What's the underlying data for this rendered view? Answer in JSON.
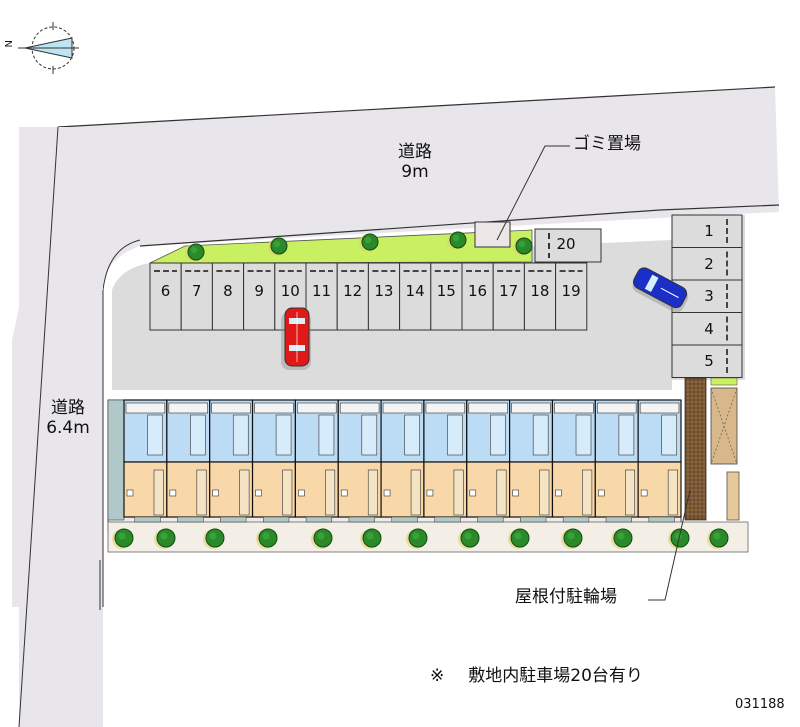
{
  "compass": {
    "north_label": "N",
    "icon": "compass-north-arrow-icon"
  },
  "roads": {
    "top": {
      "label": "道路",
      "width": "9m"
    },
    "left": {
      "label": "道路",
      "width": "6.4m"
    }
  },
  "facilities": {
    "garbage": "ゴミ置場",
    "bicycle_parking": "屋根付駐輪場"
  },
  "parking": {
    "top_row": [
      "6",
      "7",
      "8",
      "9",
      "10",
      "11",
      "12",
      "13",
      "14",
      "15",
      "16",
      "17",
      "18",
      "19"
    ],
    "extra": "20",
    "right_column": [
      "1",
      "2",
      "3",
      "4",
      "5"
    ]
  },
  "vehicles": [
    {
      "color": "#e01818",
      "name": "red-car"
    },
    {
      "color": "#1a2fc8",
      "name": "blue-car"
    }
  ],
  "building": {
    "units": 13
  },
  "note": {
    "mark": "※",
    "text": "敷地内駐車場20台有り"
  },
  "code": "031188",
  "colors": {
    "road": "#e8e6ea",
    "lot": "#dcdcdc",
    "grass": "#c8f060",
    "tree": "#2a8a2a",
    "room_wet": "#bcdcf6",
    "room_main": "#f8d8a8",
    "bike_shed": "#6a4a2a"
  }
}
